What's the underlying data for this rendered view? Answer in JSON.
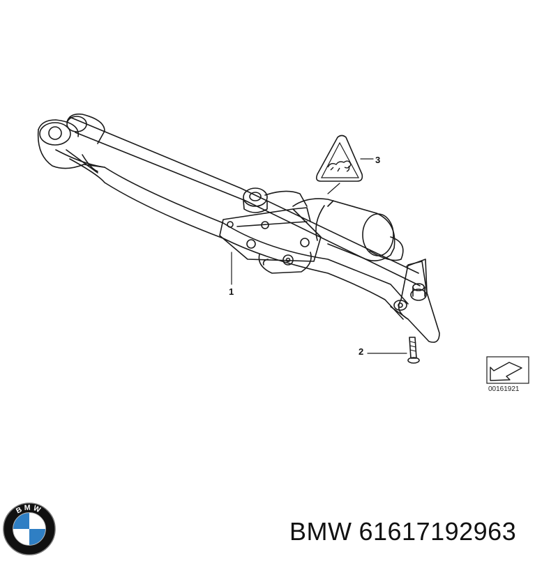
{
  "callouts": {
    "item_1": "1",
    "item_2": "2",
    "item_3": "3"
  },
  "reference_code": "00161921",
  "footer": {
    "brand": "BMW",
    "part_number": "61617192963"
  },
  "logo": {
    "brand_text": "BMW",
    "colors": {
      "blue": "#2f7fc4",
      "white": "#ffffff",
      "black": "#111111"
    }
  },
  "icons": {
    "warning": "warning-triangle-icon",
    "direction": "direction-arrow-icon"
  }
}
